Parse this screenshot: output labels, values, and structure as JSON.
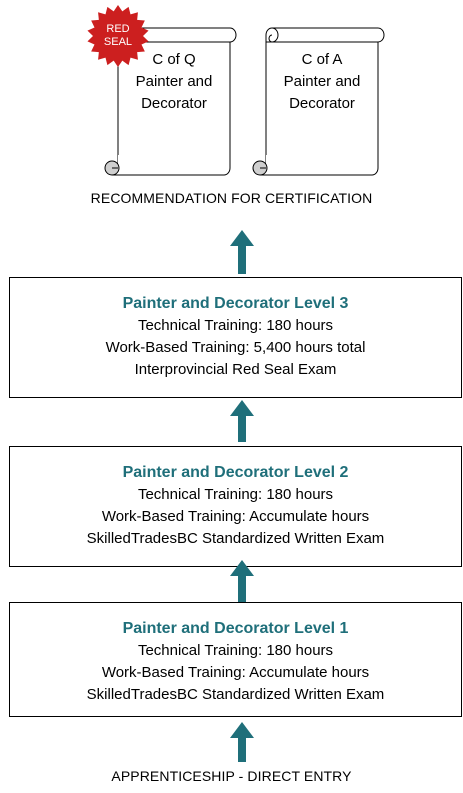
{
  "colors": {
    "accent": "#1f6f7a",
    "arrow": "#1f6f7a",
    "seal": "#cc1f1f",
    "border": "#000000"
  },
  "certificates": [
    {
      "lines": [
        "C of Q",
        "Painter and",
        "Decorator"
      ],
      "badge": {
        "line1": "RED",
        "line2": "SEAL"
      }
    },
    {
      "lines": [
        "C of A",
        "Painter and",
        "Decorator"
      ]
    }
  ],
  "top_caption": "RECOMMENDATION FOR CERTIFICATION",
  "levels": [
    {
      "title": "Painter and Decorator Level 3",
      "lines": [
        "Technical Training: 180 hours",
        "Work-Based Training: 5,400 hours total",
        "Interprovincial Red Seal Exam"
      ]
    },
    {
      "title": "Painter and Decorator Level 2",
      "lines": [
        "Technical Training: 180 hours",
        "Work-Based Training: Accumulate hours",
        "SkilledTradesBC Standardized Written Exam"
      ]
    },
    {
      "title": "Painter and Decorator Level 1",
      "lines": [
        "Technical Training: 180 hours",
        "Work-Based Training: Accumulate hours",
        "SkilledTradesBC Standardized Written Exam"
      ]
    }
  ],
  "bottom_caption": "APPRENTICESHIP - DIRECT ENTRY"
}
